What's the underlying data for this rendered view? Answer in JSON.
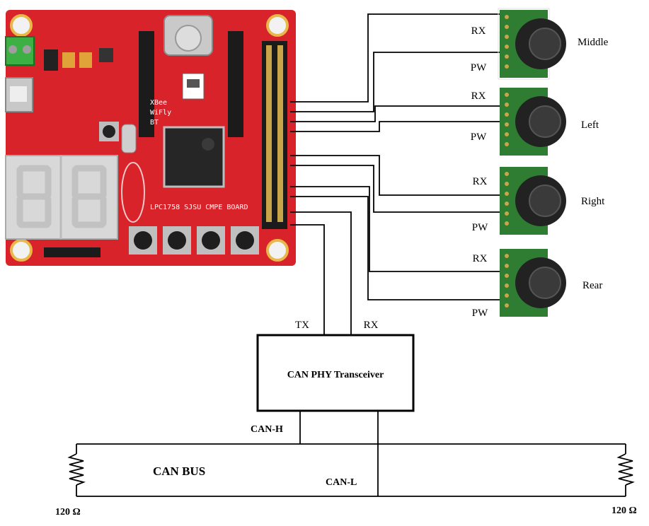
{
  "board": {
    "name_text": "LPC1758 SJSU CMPE BOARD",
    "module_text_1": "XBee",
    "module_text_2": "WiFly",
    "module_text_3": "BT",
    "color": "#d9232b"
  },
  "sensors": [
    {
      "name": "Middle",
      "rx_label": "RX",
      "pw_label": "PW"
    },
    {
      "name": "Left",
      "rx_label": "RX",
      "pw_label": "PW"
    },
    {
      "name": "Right",
      "rx_label": "RX",
      "pw_label": "PW"
    },
    {
      "name": "Rear",
      "rx_label": "RX",
      "pw_label": "PW"
    }
  ],
  "transceiver": {
    "title": "CAN PHY Transceiver",
    "tx_label": "TX",
    "rx_label": "RX"
  },
  "bus": {
    "title": "CAN BUS",
    "can_h_label": "CAN-H",
    "can_l_label": "CAN-L",
    "resistor_left_label": "120 Ω",
    "resistor_right_label": "120 Ω"
  },
  "colors": {
    "wire": "#000000",
    "sensor_pcb": "#2e7d32",
    "sensor_can": "#222222"
  }
}
